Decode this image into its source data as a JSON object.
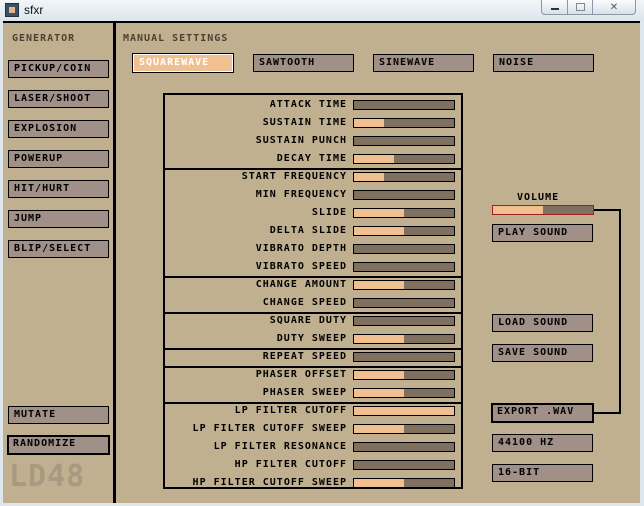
{
  "window": {
    "title": "sfxr"
  },
  "generator": {
    "heading": "GENERATOR",
    "buttons": [
      "PICKUP/COIN",
      "LASER/SHOOT",
      "EXPLOSION",
      "POWERUP",
      "HIT/HURT",
      "JUMP",
      "BLIP/SELECT"
    ],
    "mutate": "MUTATE",
    "randomize": "RANDOMIZE"
  },
  "logo": "LD48",
  "manual": {
    "heading": "MANUAL SETTINGS",
    "waveforms": [
      "SQUAREWAVE",
      "SAWTOOTH",
      "SINEWAVE",
      "NOISE"
    ],
    "selected_waveform": "SQUAREWAVE"
  },
  "params": [
    {
      "label": "ATTACK TIME",
      "value": 0.0
    },
    {
      "label": "SUSTAIN TIME",
      "value": 0.3
    },
    {
      "label": "SUSTAIN PUNCH",
      "value": 0.0
    },
    {
      "label": "DECAY TIME",
      "value": 0.4
    },
    {
      "label": "START FREQUENCY",
      "value": 0.3
    },
    {
      "label": "MIN FREQUENCY",
      "value": 0.0
    },
    {
      "label": "SLIDE",
      "value": 0.5
    },
    {
      "label": "DELTA SLIDE",
      "value": 0.5
    },
    {
      "label": "VIBRATO DEPTH",
      "value": 0.0
    },
    {
      "label": "VIBRATO SPEED",
      "value": 0.0
    },
    {
      "label": "CHANGE AMOUNT",
      "value": 0.5
    },
    {
      "label": "CHANGE SPEED",
      "value": 0.0
    },
    {
      "label": "SQUARE DUTY",
      "value": 0.0
    },
    {
      "label": "DUTY SWEEP",
      "value": 0.5
    },
    {
      "label": "REPEAT SPEED",
      "value": 0.0
    },
    {
      "label": "PHASER OFFSET",
      "value": 0.5
    },
    {
      "label": "PHASER SWEEP",
      "value": 0.5
    },
    {
      "label": "LP FILTER CUTOFF",
      "value": 1.0
    },
    {
      "label": "LP FILTER CUTOFF SWEEP",
      "value": 0.5
    },
    {
      "label": "LP FILTER RESONANCE",
      "value": 0.0
    },
    {
      "label": "HP FILTER CUTOFF",
      "value": 0.0
    },
    {
      "label": "HP FILTER CUTOFF SWEEP",
      "value": 0.5
    }
  ],
  "right": {
    "volume_label": "VOLUME",
    "volume": 0.5,
    "play": "PLAY SOUND",
    "load": "LOAD SOUND",
    "save": "SAVE SOUND",
    "export": "EXPORT .WAV",
    "sample_rate": "44100 HZ",
    "bit_depth": "16-BIT"
  },
  "colors": {
    "background": "#c0b090",
    "button": "#a09088",
    "button_selected": "#f0c090",
    "slider_track": "#807060",
    "slider_fill": "#f0c090",
    "volume_border": "#a02020",
    "heading_text": "#504030"
  }
}
